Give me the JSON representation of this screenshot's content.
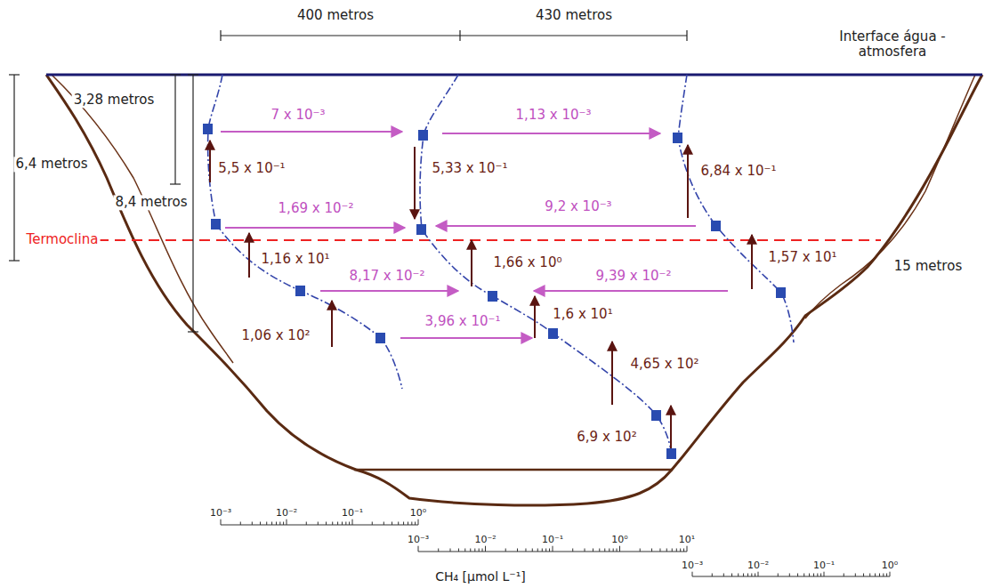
{
  "diagram": {
    "labels": [
      "400 metros",
      "430 metros",
      "Interface água - atmosfera",
      "3,28 metros",
      "6,4 metros",
      "8,4 metros",
      "Termoclina",
      "15 metros",
      "7 x 10⁻³",
      "1,13 x 10⁻³",
      "1,69 x 10⁻²",
      "9,2 x 10⁻³",
      "8,17 x 10⁻²",
      "9,39 x 10⁻²",
      "3,96 x 10⁻¹",
      "5,5 x 10⁻¹",
      "5,33 x 10⁻¹",
      "6,84 x 10⁻¹",
      "1,16 x 10¹",
      "1,66 x 10⁰",
      "1,57 x 10¹",
      "1,06 x 10²",
      "1,6 x 10¹",
      "4,65 x 10²",
      "6,9 x 10²",
      "10⁻³",
      "10⁻²",
      "10⁻¹",
      "10⁰",
      "10⁻³",
      "10⁻²",
      "10⁻¹",
      "10⁰",
      "10¹",
      "10⁻³",
      "10⁻²",
      "10⁻¹",
      "10⁰",
      "CH₄ [μmol L⁻¹]"
    ]
  }
}
